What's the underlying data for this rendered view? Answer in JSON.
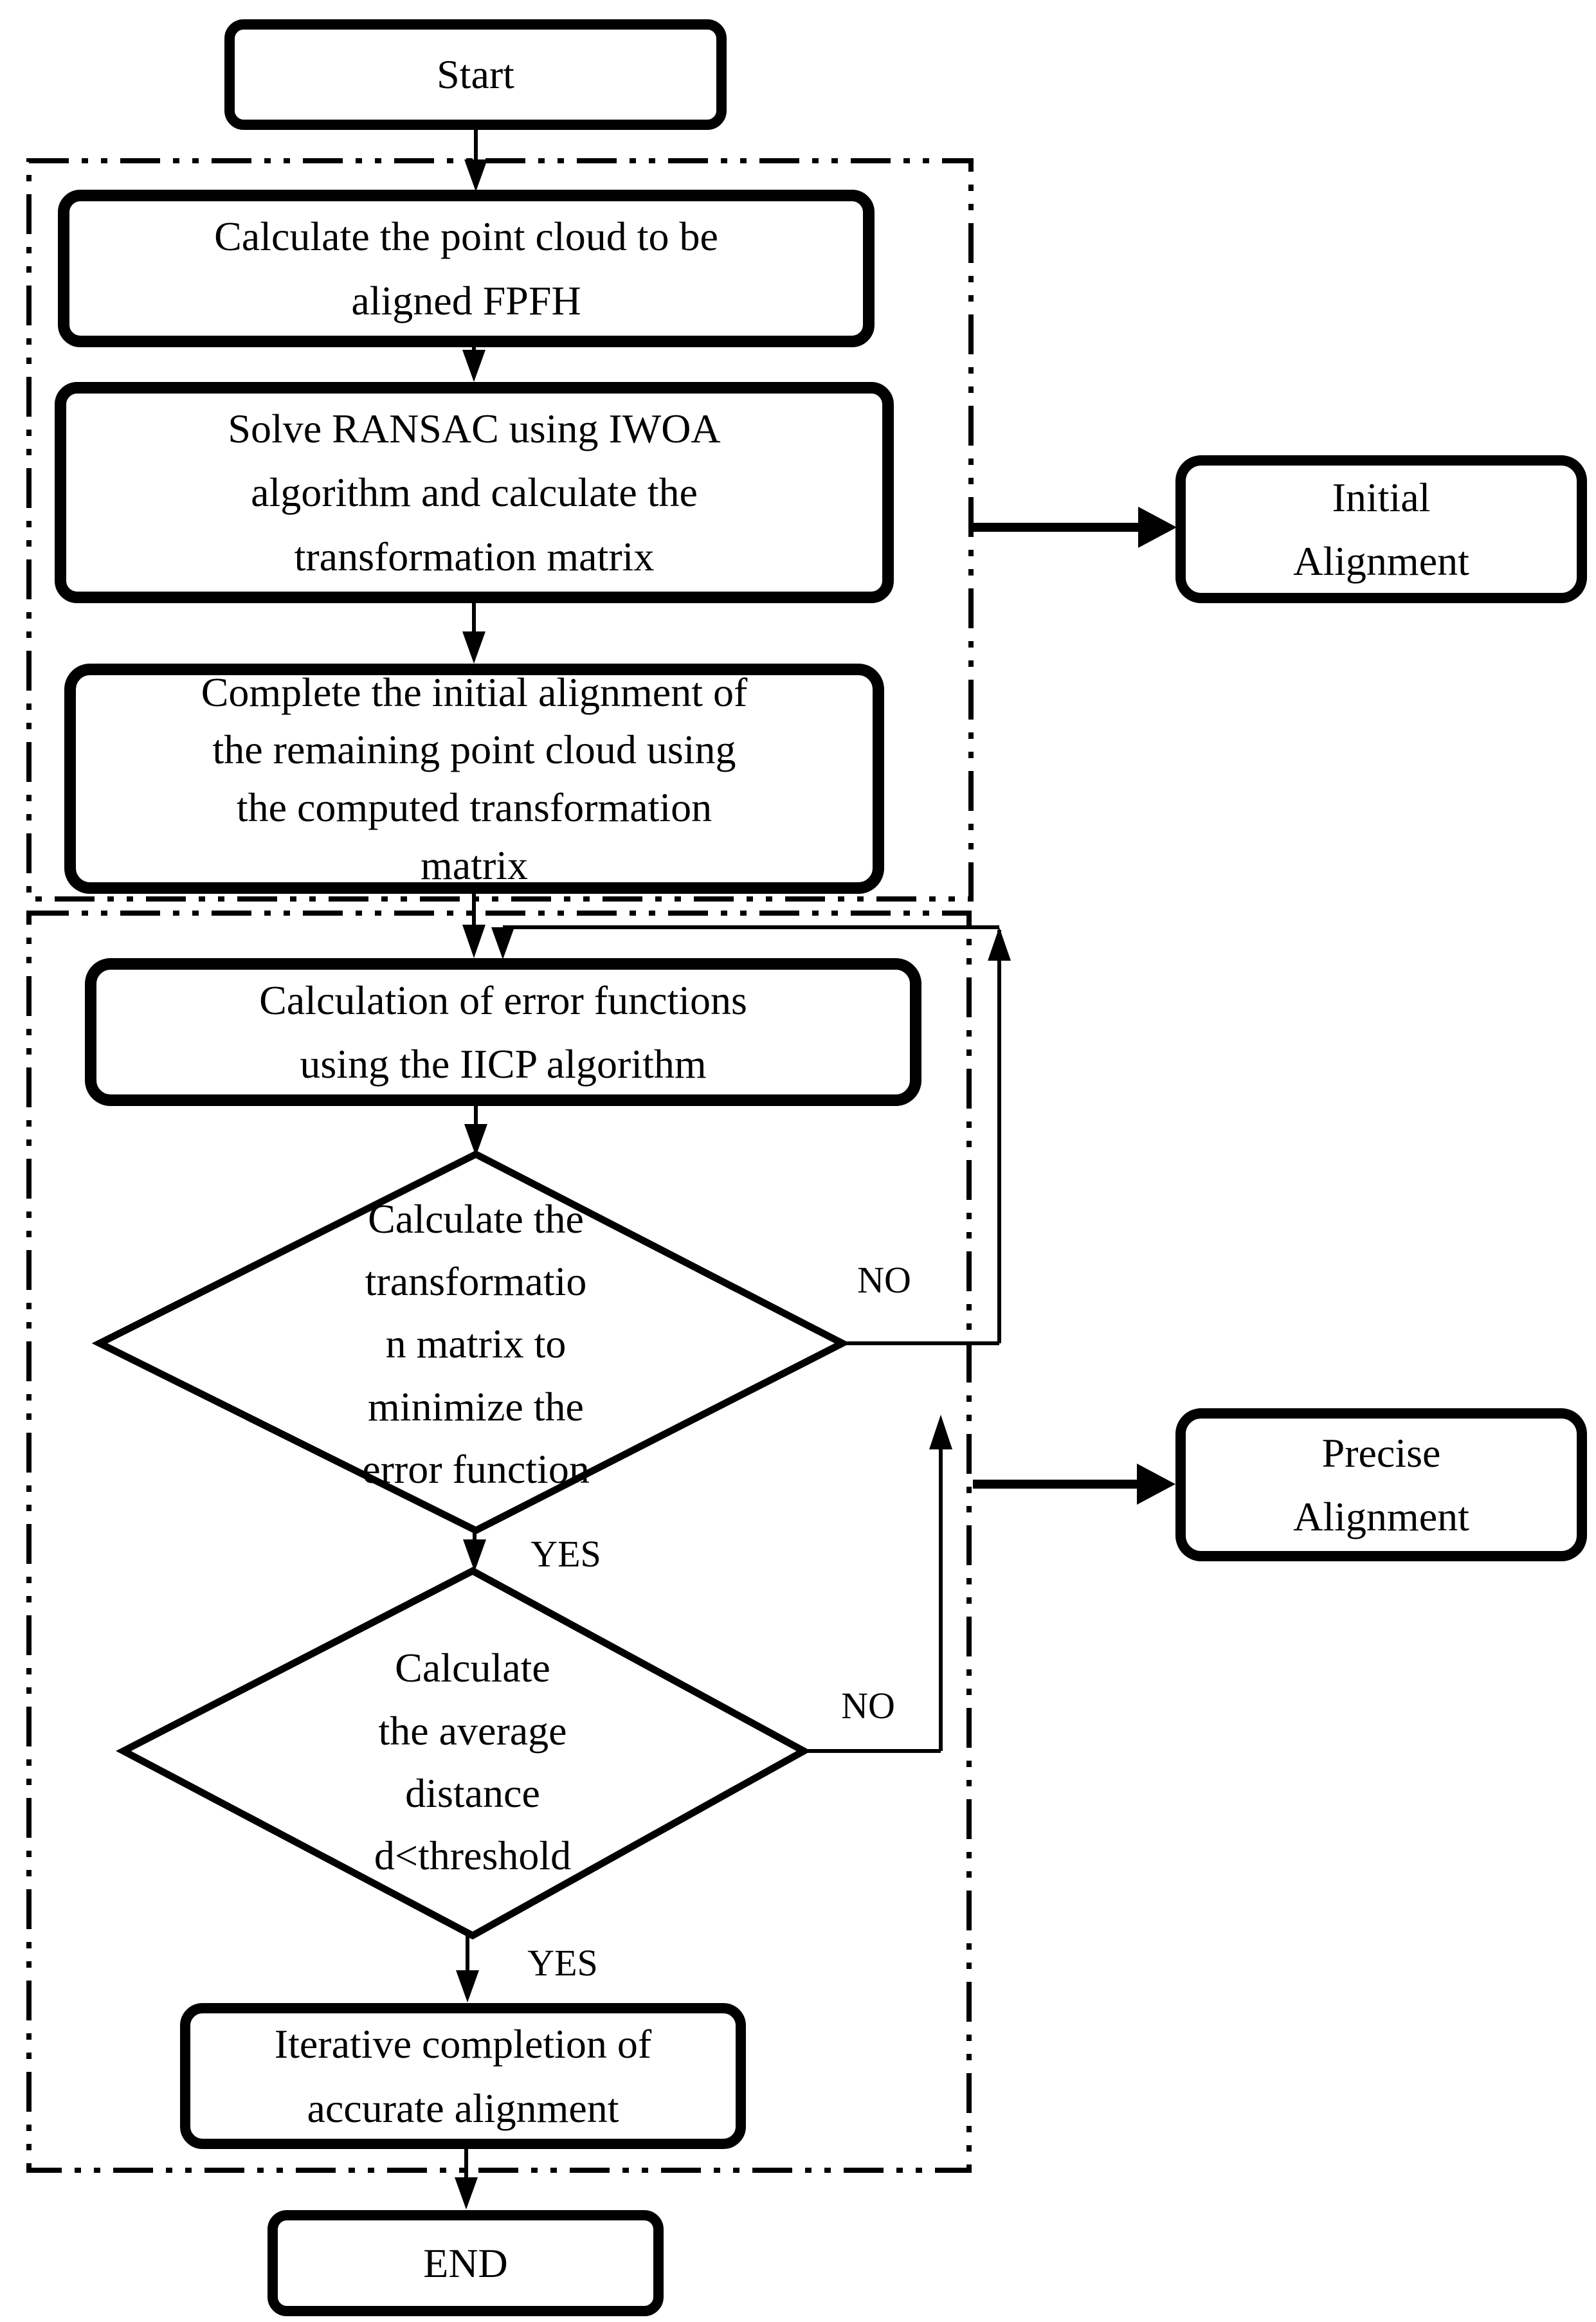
{
  "diagram": {
    "type": "flowchart",
    "colors": {
      "stroke": "#000000",
      "background": "#ffffff"
    },
    "nodes": {
      "start": {
        "label": "Start"
      },
      "fpfh": {
        "label": "Calculate the point cloud to be\naligned FPFH"
      },
      "ransac": {
        "label": "Solve RANSAC using IWOA\nalgorithm and calculate the\ntransformation matrix"
      },
      "complete_initial": {
        "label": "Complete the initial alignment of\nthe remaining point cloud using\nthe computed transformation\nmatrix"
      },
      "iicp": {
        "label": "Calculation of error functions\nusing the IICP algorithm"
      },
      "decision_transform": {
        "label": "Calculate the\ntransformatio\nn matrix to\nminimize the\nerror function"
      },
      "decision_distance": {
        "label": "Calculate\nthe average\ndistance\nd<threshold"
      },
      "iterative": {
        "label": "Iterative completion of\naccurate alignment"
      },
      "end": {
        "label": "END"
      },
      "initial_alignment": {
        "label": "Initial\nAlignment"
      },
      "precise_alignment": {
        "label": "Precise\nAlignment"
      }
    },
    "edge_labels": {
      "no1": "NO",
      "yes1": "YES",
      "no2": "NO",
      "yes2": "YES"
    }
  }
}
